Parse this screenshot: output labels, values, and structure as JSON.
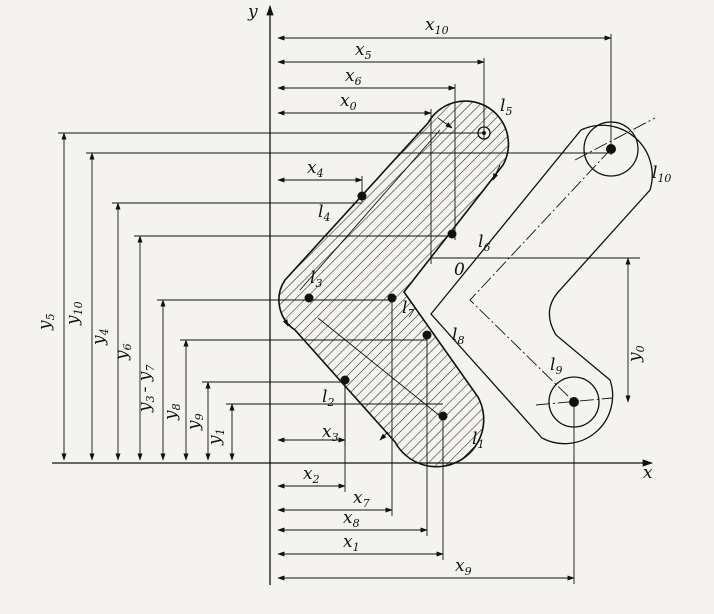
{
  "axes": {
    "x": "x",
    "y": "y",
    "origin": "0"
  },
  "x_dims": [
    {
      "id": "x10",
      "base": "x",
      "sub": "10"
    },
    {
      "id": "x5",
      "base": "x",
      "sub": "5"
    },
    {
      "id": "x6",
      "base": "x",
      "sub": "6"
    },
    {
      "id": "x0",
      "base": "x",
      "sub": "0"
    },
    {
      "id": "x4",
      "base": "x",
      "sub": "4"
    },
    {
      "id": "x3",
      "base": "x",
      "sub": "3"
    },
    {
      "id": "x2",
      "base": "x",
      "sub": "2"
    },
    {
      "id": "x7",
      "base": "x",
      "sub": "7"
    },
    {
      "id": "x8",
      "base": "x",
      "sub": "8"
    },
    {
      "id": "x1",
      "base": "x",
      "sub": "1"
    },
    {
      "id": "x9",
      "base": "x",
      "sub": "9"
    }
  ],
  "y_dims": [
    {
      "id": "y5",
      "base": "y",
      "sub": "5"
    },
    {
      "id": "y10",
      "base": "y",
      "sub": "10"
    },
    {
      "id": "y4",
      "base": "y",
      "sub": "4"
    },
    {
      "id": "y6",
      "base": "y",
      "sub": "6"
    },
    {
      "id": "y3y7",
      "base": "y",
      "sub": "3",
      "tail": "- y",
      "tail_sub": "7"
    },
    {
      "id": "y8",
      "base": "y",
      "sub": "8"
    },
    {
      "id": "y9",
      "base": "y",
      "sub": "9"
    },
    {
      "id": "y1",
      "base": "y",
      "sub": "1"
    },
    {
      "id": "y0",
      "base": "y",
      "sub": "0"
    }
  ],
  "points": [
    {
      "id": "l1",
      "base": "l",
      "sub": "1"
    },
    {
      "id": "l2",
      "base": "l",
      "sub": "2"
    },
    {
      "id": "l3",
      "base": "l",
      "sub": "3"
    },
    {
      "id": "l4",
      "base": "l",
      "sub": "4"
    },
    {
      "id": "l5",
      "base": "l",
      "sub": "5"
    },
    {
      "id": "l6",
      "base": "l",
      "sub": "6"
    },
    {
      "id": "l7",
      "base": "l",
      "sub": "7"
    },
    {
      "id": "l8",
      "base": "l",
      "sub": "8"
    },
    {
      "id": "l9",
      "base": "l",
      "sub": "9"
    },
    {
      "id": "l10",
      "base": "l",
      "sub": "10"
    }
  ]
}
